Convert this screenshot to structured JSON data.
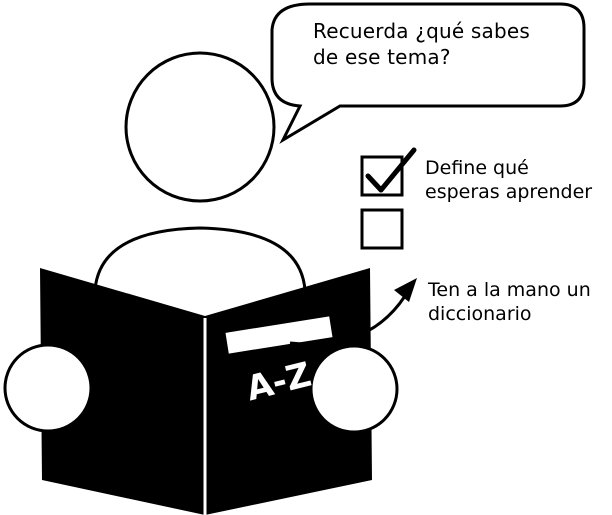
{
  "bubble": {
    "line1": "Recuerda ¿qué sabes",
    "line2": "de ese tema?"
  },
  "checklist": {
    "item1_line1": "Define qué",
    "item1_line2": "esperas aprender",
    "item1_checked": true,
    "item2_checked": false
  },
  "dictionary_note": {
    "line1": "Ten a la mano un",
    "line2": "diccionario"
  },
  "book": {
    "cover_label": "A-Z"
  },
  "icons": [
    "person-reading-icon",
    "speech-bubble-icon",
    "checkbox-checked-icon",
    "checkbox-empty-icon",
    "curved-arrow-icon"
  ],
  "colors": {
    "ink": "#000000",
    "paper": "#ffffff"
  }
}
